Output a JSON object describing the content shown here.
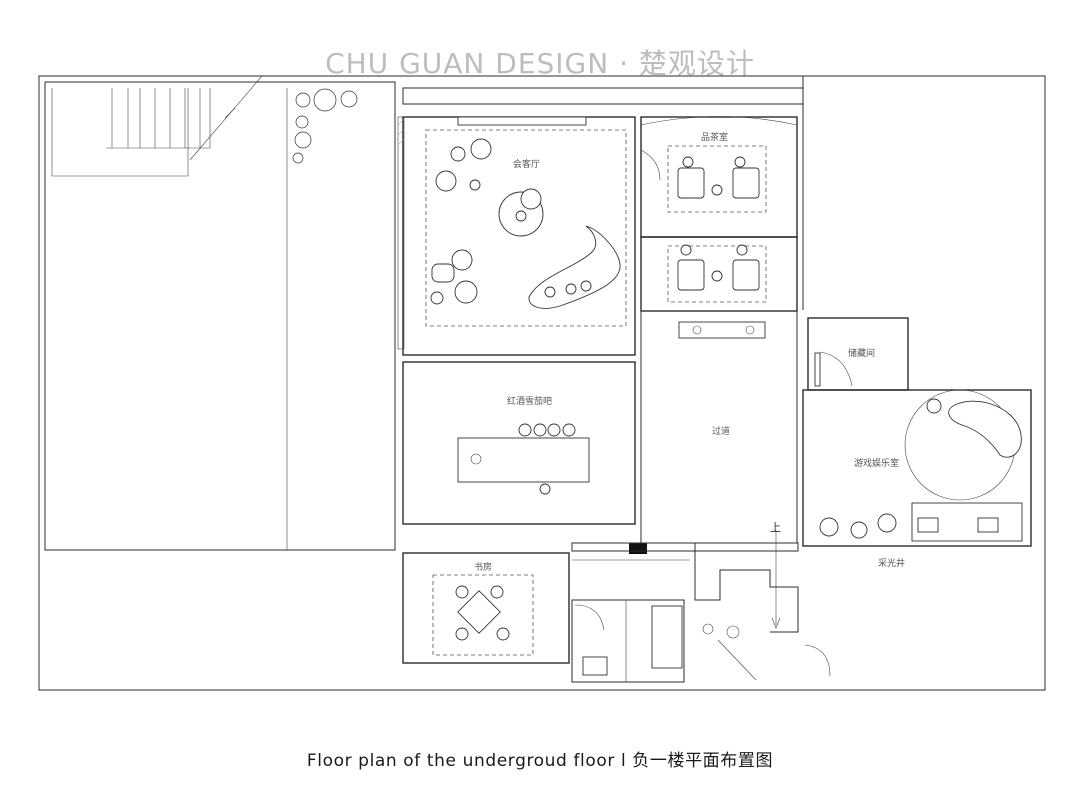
{
  "header": {
    "title": "CHU GUAN DESIGN · 楚观设计"
  },
  "caption": {
    "text": "Floor plan of the undergroud floor l 负一楼平面布置图"
  },
  "rooms": {
    "lounge": "会客厅",
    "tea_room": "品茶室",
    "bar": "红酒雪茄吧",
    "walkway": "过道",
    "storage": "储藏间",
    "game_room": "游戏娱乐室",
    "study": "书房",
    "patio": "采光井"
  },
  "markers": {
    "up_arrow": "上"
  },
  "colors": {
    "line": "#2b2b2b",
    "header": "#bdbdbd",
    "caption": "#1a1a1a"
  }
}
